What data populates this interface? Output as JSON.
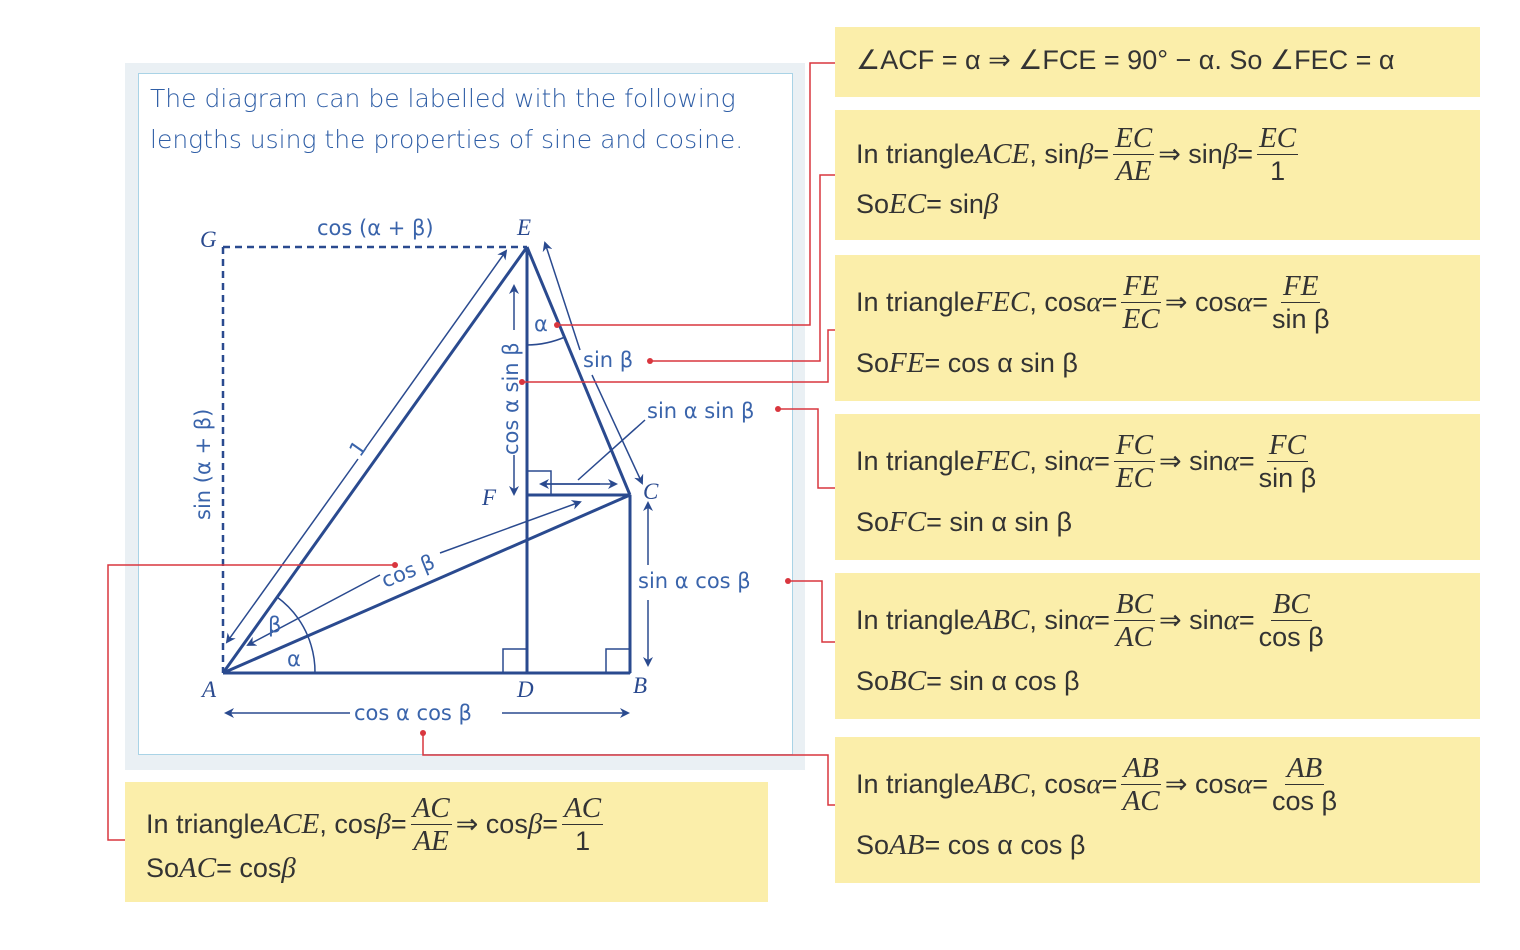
{
  "intro_text": "The diagram can be labelled with the following lengths using the properties of sine and cosine.",
  "diagram": {
    "points": {
      "A": "A",
      "B": "B",
      "C": "C",
      "D": "D",
      "E": "E",
      "F": "F",
      "G": "G"
    },
    "labels": {
      "cos_a_plus_b": "cos (α + β)",
      "sin_a_plus_b": "sin (α + β)",
      "one": "1",
      "cos_a_sin_b": "cos α sin β",
      "sin_b": "sin β",
      "sin_a_sin_b": "sin α sin β",
      "sin_a_cos_b": "sin α cos β",
      "cos_b": "cos β",
      "cos_a_cos_b": "cos α cos β",
      "alpha": "α",
      "beta": "β"
    },
    "colors": {
      "line": "#2a4a8f",
      "label": "#3a64ab",
      "connector": "#d9363e",
      "box": "#fbeeaa"
    }
  },
  "boxes": {
    "acf": {
      "left": "∠ACF = α ⇒ ∠FCE = 90° − α. So ∠FEC = α"
    },
    "ec": {
      "pre": "In triangle ",
      "tri": "ACE",
      "fn": ", sin ",
      "var": "β",
      "eq": " = ",
      "f1_num": "EC",
      "f1_den": "AE",
      "imp": " ⇒ sin ",
      "var2": "β",
      "eq2": " = ",
      "f2_num": "EC",
      "f2_den": "1",
      "so": "So ",
      "lhs": "EC",
      "rhs": " = sin ",
      "rhsv": "β"
    },
    "fe": {
      "pre": "In triangle ",
      "tri": "FEC",
      "fn": ", cos ",
      "var": "α",
      "eq": " = ",
      "f1_num": "FE",
      "f1_den": "EC",
      "imp": " ⇒ cos ",
      "var2": "α",
      "eq2": " = ",
      "f2_num": "FE",
      "f2_den": "sin β",
      "so": "So ",
      "lhs": "FE",
      "rhs": " = cos α sin β"
    },
    "fc": {
      "pre": "In triangle ",
      "tri": "FEC",
      "fn": ", sin ",
      "var": "α",
      "eq": " = ",
      "f1_num": "FC",
      "f1_den": "EC",
      "imp": " ⇒ sin ",
      "var2": "α",
      "eq2": " = ",
      "f2_num": "FC",
      "f2_den": "sin β",
      "so": "So ",
      "lhs": "FC",
      "rhs": " = sin α sin β"
    },
    "bc": {
      "pre": "In triangle ",
      "tri": "ABC",
      "fn": ", sin ",
      "var": "α",
      "eq": " = ",
      "f1_num": "BC",
      "f1_den": "AC",
      "imp": " ⇒ sin ",
      "var2": "α",
      "eq2": " = ",
      "f2_num": "BC",
      "f2_den": "cos β",
      "so": "So ",
      "lhs": "BC",
      "rhs": " = sin α cos β"
    },
    "ab": {
      "pre": "In triangle ",
      "tri": "ABC",
      "fn": ", cos ",
      "var": "α",
      "eq": " = ",
      "f1_num": "AB",
      "f1_den": "AC",
      "imp": " ⇒ cos ",
      "var2": "α",
      "eq2": " = ",
      "f2_num": "AB",
      "f2_den": "cos β",
      "so": "So ",
      "lhs": "AB",
      "rhs": " = cos α cos β"
    },
    "ac": {
      "pre": "In triangle ",
      "tri": "ACE",
      "fn": ", cos ",
      "var": "β",
      "eq": " = ",
      "f1_num": "AC",
      "f1_den": "AE",
      "imp": " ⇒ cos ",
      "var2": "β",
      "eq2": " = ",
      "f2_num": "AC",
      "f2_den": "1",
      "so": "So ",
      "lhs": "AC",
      "rhs": " = cos ",
      "rhsv": "β"
    }
  }
}
